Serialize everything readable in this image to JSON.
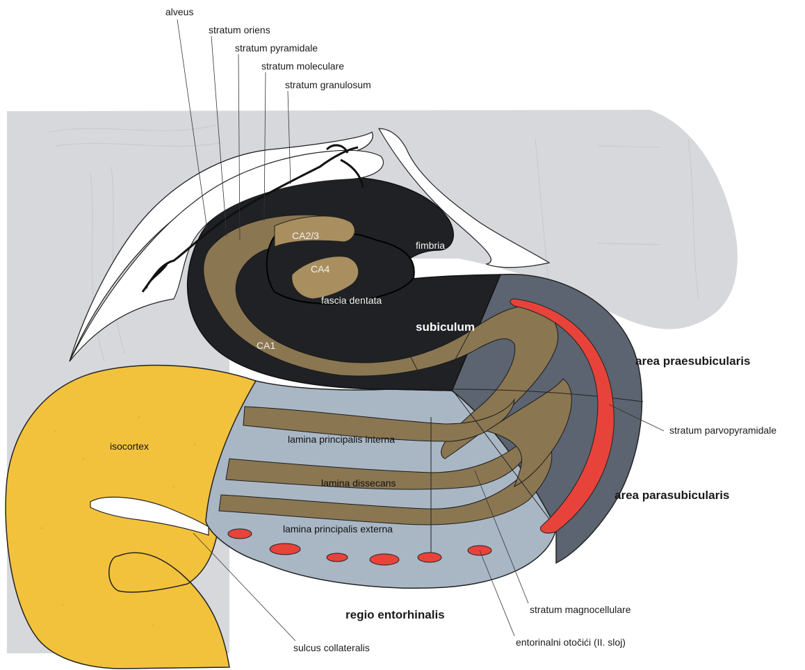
{
  "colors": {
    "background": "#ffffff",
    "section_gray": "#d6d8dc",
    "isocortex": "#f3c23c",
    "dark_cortex": "#1f2124",
    "entorhinal": "#a9b7c5",
    "pre_para": "#5b6470",
    "brown_band": "#8a7651",
    "tan": "#b39a66",
    "red_islands": "#e8433a"
  },
  "labels": {
    "alveus": "alveus",
    "stratum_oriens": "stratum oriens",
    "stratum_pyramidale": "stratum pyramidale",
    "stratum_moleculare": "stratum moleculare",
    "stratum_granulosum": "stratum granulosum",
    "ca23": "CA2/3",
    "ca4": "CA4",
    "ca1": "CA1",
    "fimbria": "fimbria",
    "fascia_dentata": "fascia dentata",
    "subiculum": "subiculum",
    "area_praesubicularis": "area praesubicularis",
    "stratum_parvopyramidale": "stratum parvopyramidale",
    "area_parasubicularis": "area parasubicularis",
    "isocortex": "isocortex",
    "lamina_principalis_interna": "lamina principalis interna",
    "lamina_dissecans": "lamina dissecans",
    "lamina_principalis_externa": "lamina principalis externa",
    "regio_entorhinalis": "regio entorhinalis",
    "stratum_magnocellulare": "stratum magnocellulare",
    "entorinalni_otocici": "entorinalni otočići (II. sloj)",
    "sulcus_collateralis": "sulcus collateralis"
  }
}
